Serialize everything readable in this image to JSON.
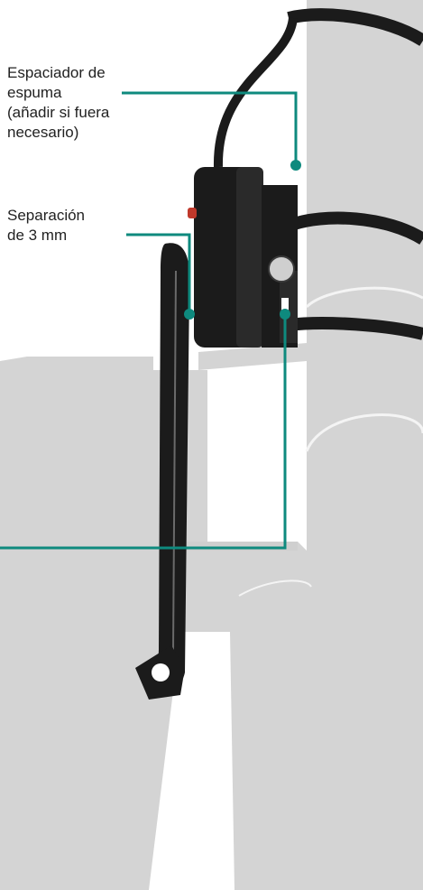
{
  "labels": {
    "foam_spacer": {
      "lines": [
        "Espaciador de",
        "espuma",
        "(añadir si fuera",
        "necesario)"
      ]
    },
    "gap": {
      "lines": [
        "Separación",
        "de 3 mm"
      ]
    }
  },
  "colors": {
    "accent": "#0e8a7e",
    "frame": "#d4d4d4",
    "frame_edge": "#f4f4f4",
    "device": "#1b1b1b",
    "device_edge": "#3a3a3a",
    "text": "#222222"
  }
}
